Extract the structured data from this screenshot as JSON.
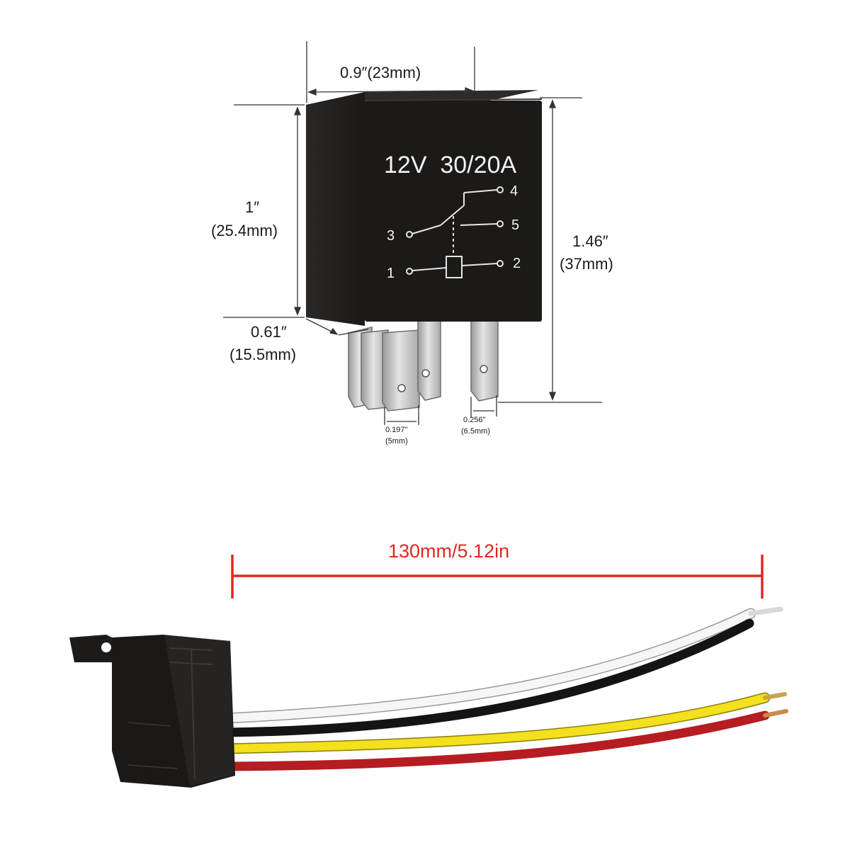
{
  "relay": {
    "label": "12V  30/20A",
    "pins": [
      "4",
      "3",
      "5",
      "1",
      "2"
    ]
  },
  "dimensions": {
    "width": "0.9″(23mm)",
    "height_in": "1″",
    "height_mm": "(25.4mm)",
    "total_height_in": "1.46″",
    "total_height_mm": "(37mm)",
    "depth_in": "0.61″",
    "depth_mm": "(15.5mm)",
    "pin_small_in": "0.197\"",
    "pin_small_mm": "(5mm)",
    "pin_large_in": "0.256\"",
    "pin_large_mm": "(6.5mm)"
  },
  "harness": {
    "length_label": "130mm/5.12in",
    "wires": [
      {
        "color": "white",
        "hex": "#f4f4f4"
      },
      {
        "color": "black",
        "hex": "#141414"
      },
      {
        "color": "yellow",
        "hex": "#f2e11c"
      },
      {
        "color": "red",
        "hex": "#d8262c"
      }
    ],
    "measure_color": "#e0281f"
  }
}
